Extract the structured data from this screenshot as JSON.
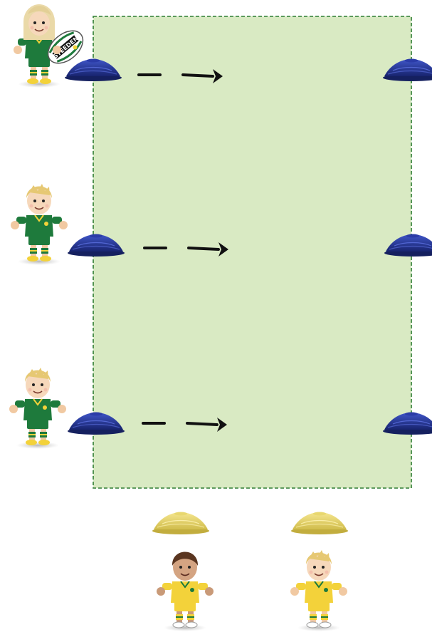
{
  "colors": {
    "field_fill": "#d9eac3",
    "field_border": "#2e7d32",
    "cone_blue": "#1f2f8f",
    "cone_yellow": "#e3d36a",
    "arrow": "#111111",
    "jersey_green": "#1e7a3c",
    "jersey_gold": "#f3d23a"
  },
  "ball": {
    "brand": "STEEDEN",
    "icon": "rugby-ball-icon"
  },
  "players": [
    {
      "role": "attacker-with-ball",
      "jersey": "green",
      "hair": "blonde-long"
    },
    {
      "role": "attacker",
      "jersey": "green",
      "hair": "blonde"
    },
    {
      "role": "attacker",
      "jersey": "green",
      "hair": "blonde"
    },
    {
      "role": "defender",
      "jersey": "gold",
      "hair": "brown"
    },
    {
      "role": "defender",
      "jersey": "gold",
      "hair": "blonde"
    }
  ],
  "cones": {
    "blue_count": 6,
    "yellow_count": 2
  },
  "arrows": {
    "count": 3,
    "direction": "right",
    "style": "dashed"
  }
}
